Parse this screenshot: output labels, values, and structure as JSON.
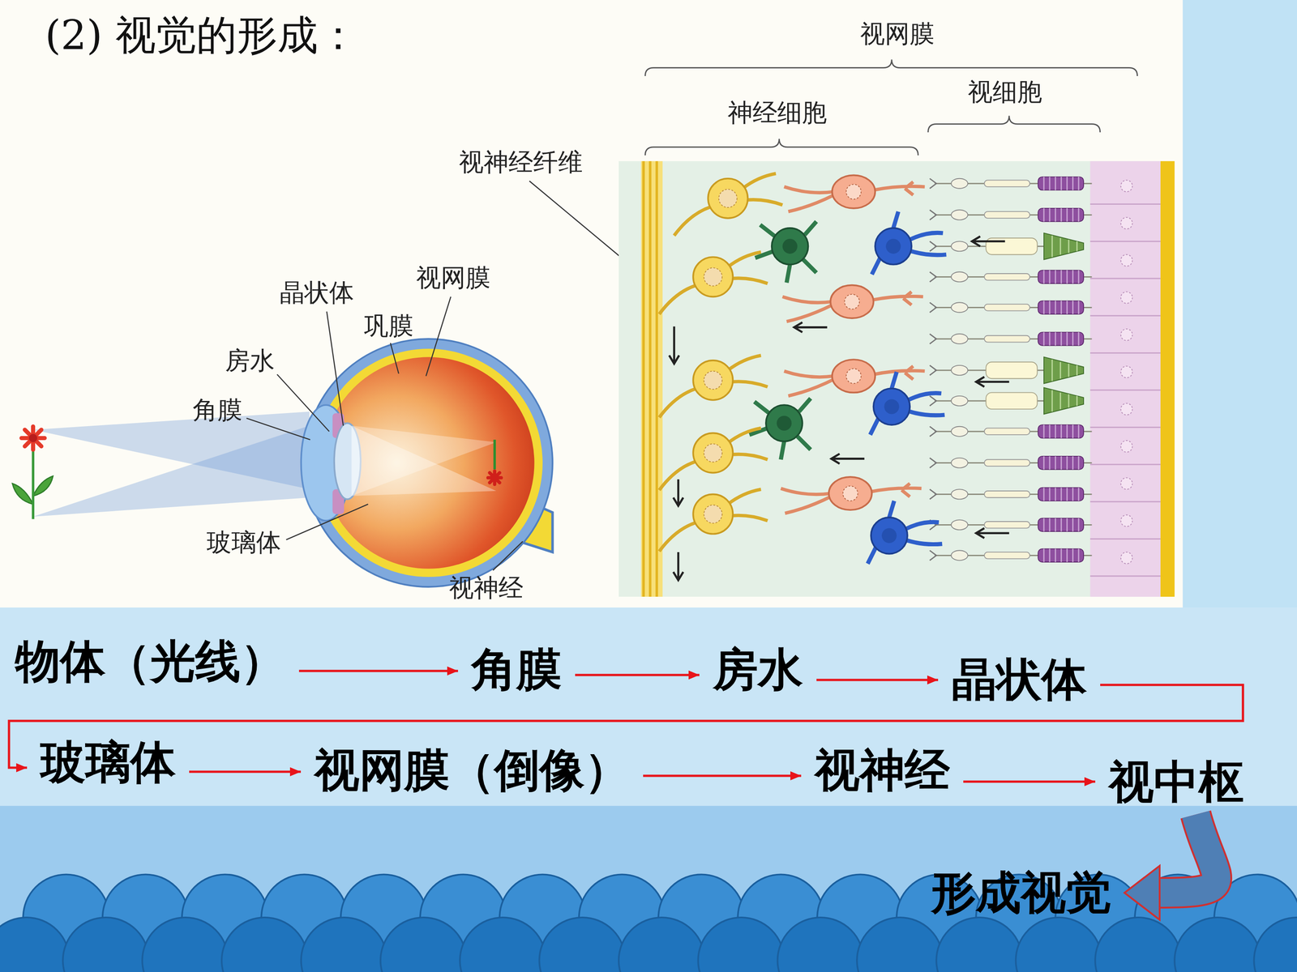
{
  "diagram": {
    "title": "(2) 视觉的形成：",
    "nodes": [
      {
        "text": [
          "物体（光线）"
        ]
      },
      {
        "text": [
          "角膜"
        ]
      },
      {
        "text": [
          "房水"
        ]
      },
      {
        "text": [
          "晶状体"
        ]
      },
      {
        "text": [
          "玻璃体"
        ]
      },
      {
        "text": [
          "视网膜（倒像）"
        ]
      },
      {
        "text": [
          "视神经"
        ]
      },
      {
        "text": [
          "视中枢"
        ]
      },
      {
        "text": [
          "形成视觉"
        ]
      }
    ],
    "edges": [
      {
        "from": 0,
        "to": 1,
        "arrow": "to"
      },
      {
        "from": 1,
        "to": 2,
        "arrow": "to"
      },
      {
        "from": 2,
        "to": 3,
        "arrow": "to"
      },
      {
        "from": 3,
        "to": 4,
        "arrow": "to"
      },
      {
        "from": 4,
        "to": 5,
        "arrow": "to"
      },
      {
        "from": 5,
        "to": 6,
        "arrow": "to"
      },
      {
        "from": 6,
        "to": 7,
        "arrow": "to"
      },
      {
        "from": 7,
        "to": 8,
        "arrow": "to"
      }
    ],
    "labels": [
      "晶状体",
      "视网膜",
      "巩膜",
      "房水",
      "角膜",
      "玻璃体",
      "视神经",
      "视网膜",
      "神经细胞",
      "视细胞",
      "视神经纤维"
    ]
  }
}
